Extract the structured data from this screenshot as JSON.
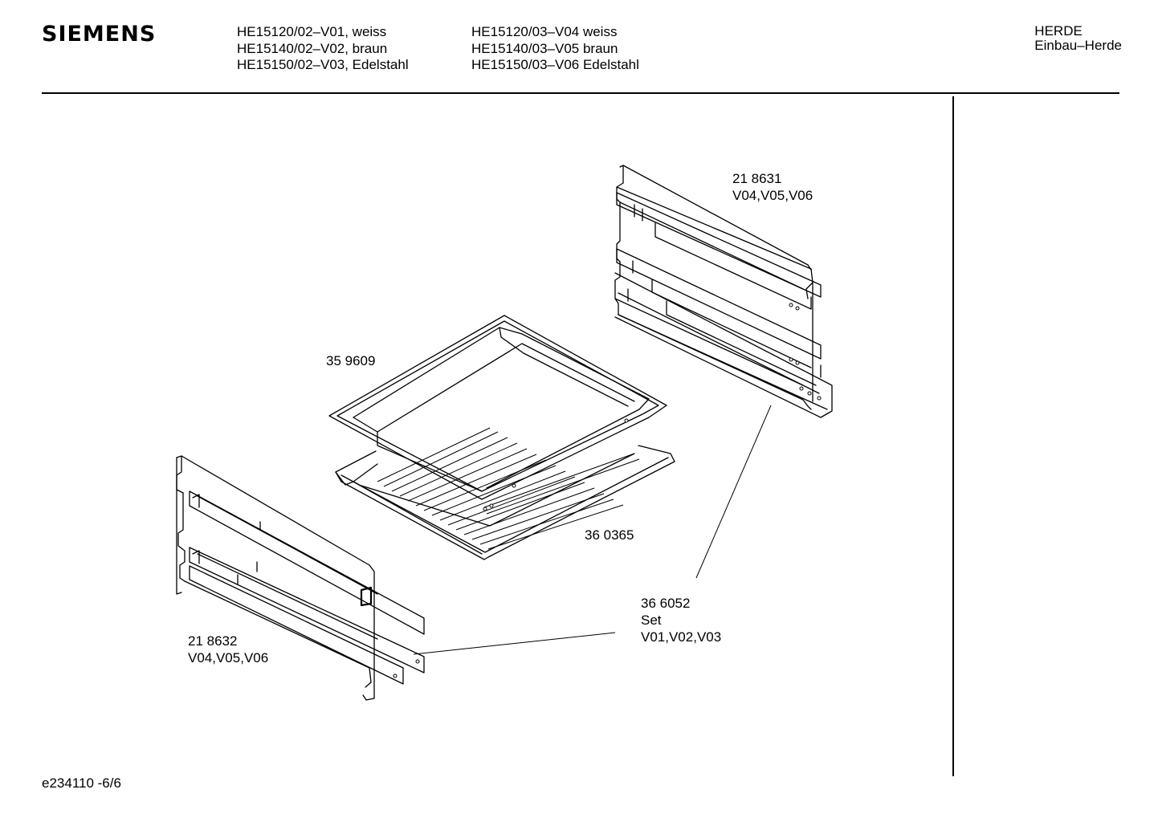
{
  "header": {
    "brand": "SIEMENS",
    "models_col1": [
      "HE15120/02–V01, weiss",
      "HE15140/02–V02, braun",
      "HE15150/02–V03, Edelstahl"
    ],
    "models_col2": [
      "HE15120/03–V04 weiss",
      "HE15140/03–V05 braun",
      "HE15150/03–V06 Edelstahl"
    ],
    "category": "HERDE",
    "subcategory": "Einbau–Herde"
  },
  "parts": {
    "rail_right": {
      "number": "21 8631",
      "variants": "V04,V05,V06"
    },
    "tray": {
      "number": "35 9609"
    },
    "grid": {
      "number": "36 0365"
    },
    "set": {
      "number": "36 6052",
      "label": "Set",
      "variants": "V01,V02,V03"
    },
    "rail_left": {
      "number": "21 8632",
      "variants": "V04,V05,V06"
    }
  },
  "footer": {
    "doc_id": "e234110 -6/6"
  }
}
